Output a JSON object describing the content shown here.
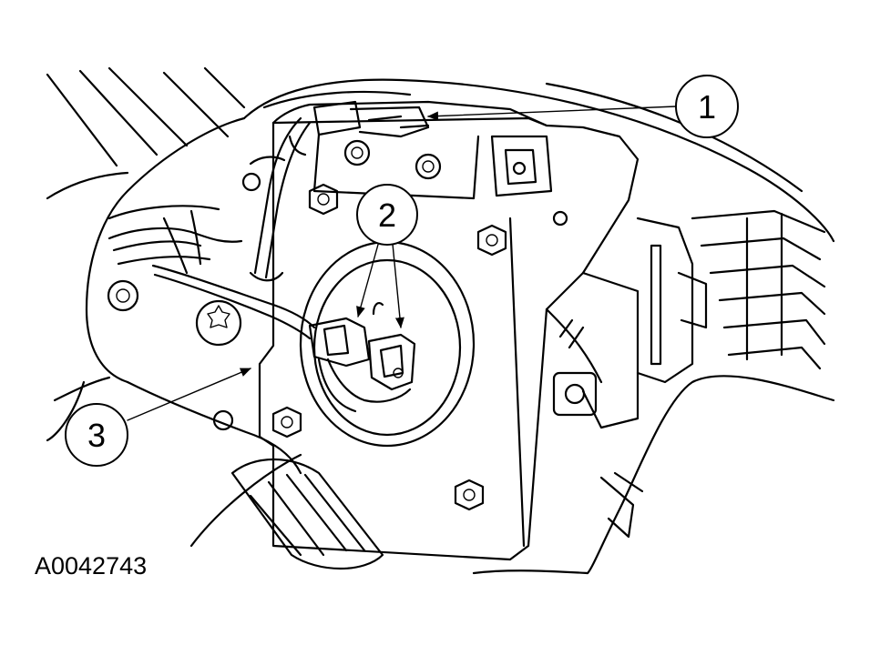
{
  "figure": {
    "id": "A0042743",
    "callouts": [
      {
        "number": "1"
      },
      {
        "number": "2"
      },
      {
        "number": "3"
      }
    ]
  }
}
